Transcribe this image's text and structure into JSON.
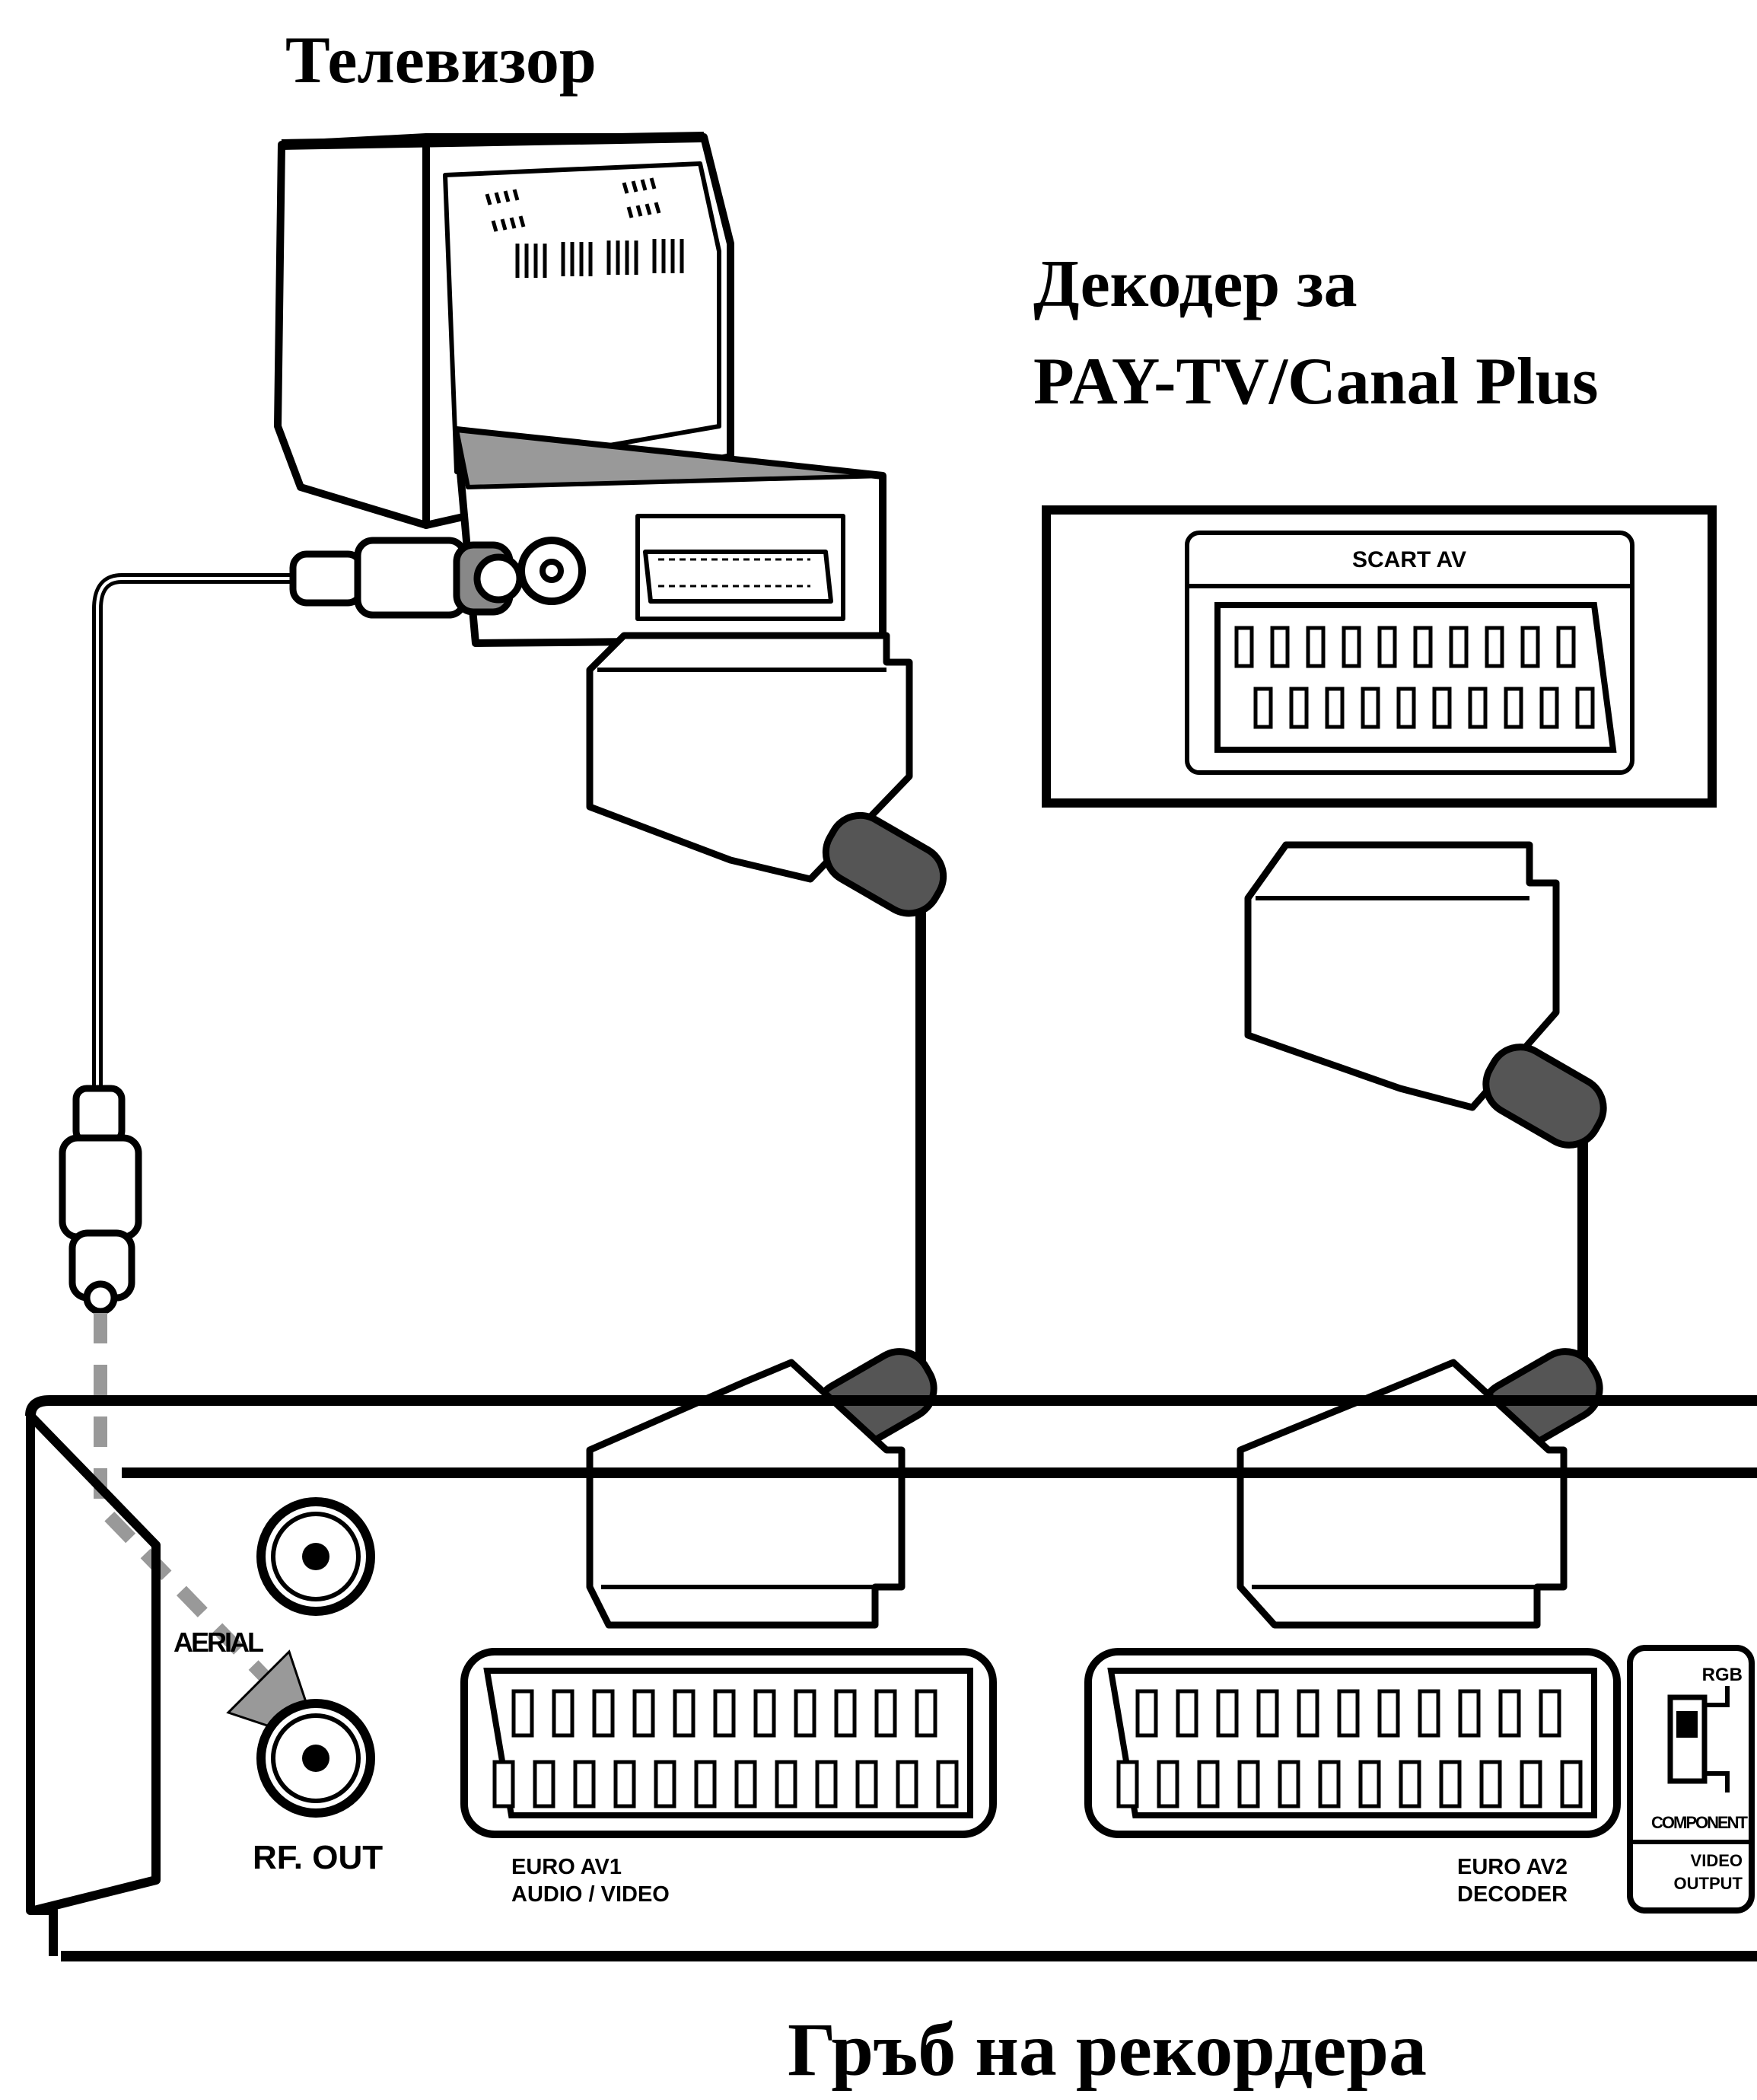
{
  "titles": {
    "tv": "Телевизор",
    "decoder_line1": "Декодер за",
    "decoder_line2": "PAY-TV/Canal Plus",
    "recorder_back": "Гръб на рекордера"
  },
  "decoder_panel": {
    "scart_label": "SCART AV"
  },
  "recorder_panel": {
    "aerial": "AERIAL",
    "rf_out": "RF. OUT",
    "euro_av1_line1": "EURO AV1",
    "euro_av1_line2": "AUDIO / VIDEO",
    "euro_av2_line1": "EURO AV2",
    "euro_av2_line2": "DECODER",
    "switch_rgb": "RGB",
    "switch_component": "COMPONENT",
    "video_output_line1": "VIDEO",
    "video_output_line2": "OUTPUT"
  },
  "colors": {
    "ink": "#000000",
    "paper": "#ffffff",
    "arrow_gray": "#999999"
  }
}
